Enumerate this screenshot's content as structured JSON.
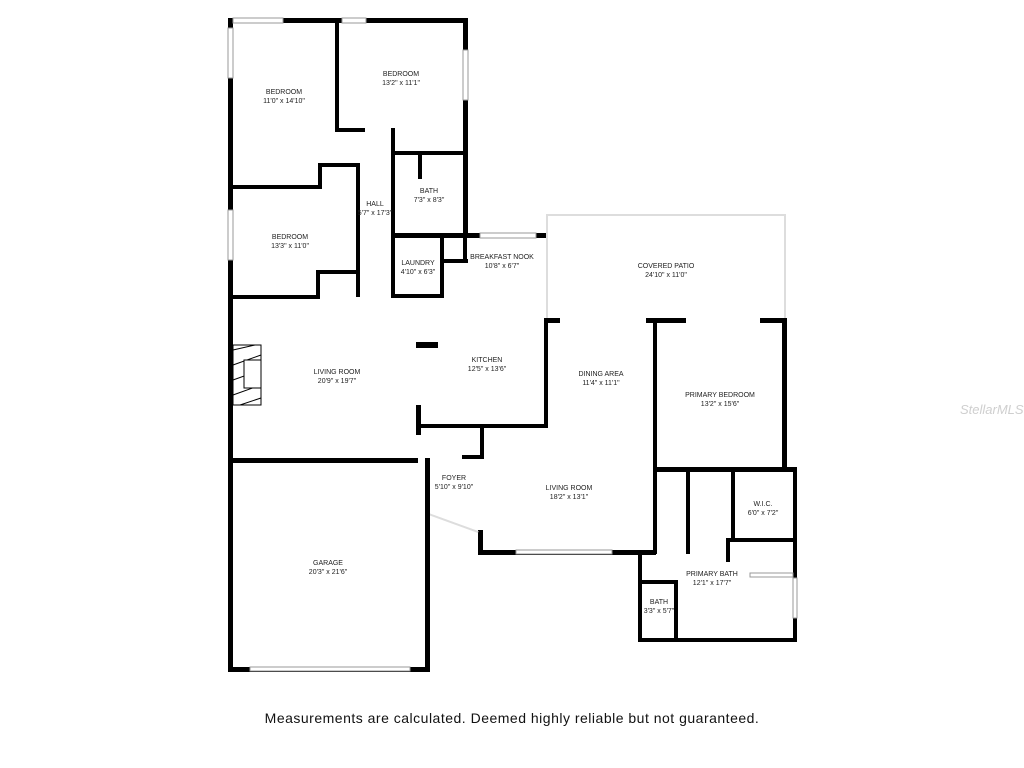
{
  "rooms": [
    {
      "name": "BEDROOM",
      "size": "11'0\" x 14'10\""
    },
    {
      "name": "BEDROOM",
      "size": "13'2\" x 11'1\""
    },
    {
      "name": "BATH",
      "size": "7'3\" x 8'3\""
    },
    {
      "name": "HALL",
      "size": "5'7\" x 17'3\""
    },
    {
      "name": "BEDROOM",
      "size": "13'3\" x 11'0\""
    },
    {
      "name": "LAUNDRY",
      "size": "4'10\" x 6'3\""
    },
    {
      "name": "BREAKFAST NOOK",
      "size": "10'8\" x 6'7\""
    },
    {
      "name": "COVERED PATIO",
      "size": "24'10\" x 11'0\""
    },
    {
      "name": "LIVING ROOM",
      "size": "20'9\" x 19'7\""
    },
    {
      "name": "KITCHEN",
      "size": "12'5\" x 13'6\""
    },
    {
      "name": "DINING AREA",
      "size": "11'4\" x 11'1\""
    },
    {
      "name": "PRIMARY BEDROOM",
      "size": "13'2\" x 15'6\""
    },
    {
      "name": "FOYER",
      "size": "5'10\" x 9'10\""
    },
    {
      "name": "LIVING ROOM",
      "size": "18'2\" x 13'1\""
    },
    {
      "name": "W.I.C.",
      "size": "6'0\" x 7'2\""
    },
    {
      "name": "GARAGE",
      "size": "20'3\" x 21'6\""
    },
    {
      "name": "PRIMARY BATH",
      "size": "12'1\" x 17'7\""
    },
    {
      "name": "BATH",
      "size": "3'3\" x 5'7\""
    }
  ],
  "disclaimer": "Measurements are calculated. Deemed highly reliable but not guaranteed.",
  "watermark": "StellarMLS"
}
